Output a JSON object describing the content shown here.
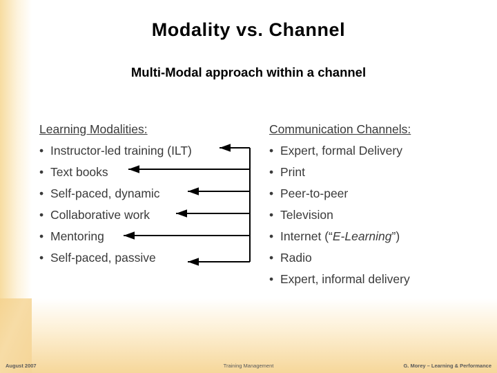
{
  "slide": {
    "title": "Modality vs. Channel",
    "subtitle": "Multi-Modal approach within a channel",
    "left_column": {
      "heading": "Learning Modalities:",
      "items": [
        "Instructor-led training (ILT)",
        "Text books",
        "Self-paced, dynamic",
        "Collaborative work",
        "Mentoring",
        "Self-paced, passive"
      ]
    },
    "right_column": {
      "heading": "Communication Channels:",
      "items": [
        {
          "text": "Expert, formal Delivery"
        },
        {
          "text": "Print"
        },
        {
          "text": "Peer-to-peer"
        },
        {
          "text": "Television"
        },
        {
          "text": "Internet (",
          "emphasis": "E-Learning",
          "text_after": "”)",
          "quote": "“"
        },
        {
          "text": "Radio"
        },
        {
          "text": "Expert, informal delivery"
        }
      ]
    },
    "bullet_char": "•",
    "footer": {
      "left": "August 2007",
      "center": "Training Management",
      "right": "G. Morey – Learning & Performance"
    },
    "colors": {
      "band": "#f5d79b",
      "body_text": "#3a3a3a",
      "title_text": "#000000"
    }
  }
}
